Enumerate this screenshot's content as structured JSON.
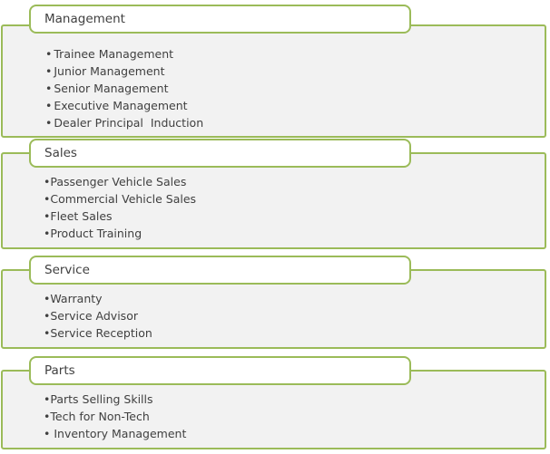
{
  "accent_color": "#9bbb59",
  "panel_color": "#f2f2f2",
  "sections": [
    {
      "title": "Management",
      "items": [
        "Trainee Management",
        "Junior Management",
        "Senior Management",
        "Executive Management",
        "Dealer Principal  Induction"
      ]
    },
    {
      "title": "Sales",
      "items": [
        "Passenger Vehicle Sales",
        "Commercial Vehicle Sales",
        "Fleet Sales",
        "Product Training"
      ]
    },
    {
      "title": "Service",
      "items": [
        "Warranty",
        "Service Advisor",
        "Service Reception"
      ]
    },
    {
      "title": "Parts",
      "items": [
        "Parts Selling Skills",
        "Tech for Non-Tech",
        " Inventory Management"
      ]
    }
  ]
}
